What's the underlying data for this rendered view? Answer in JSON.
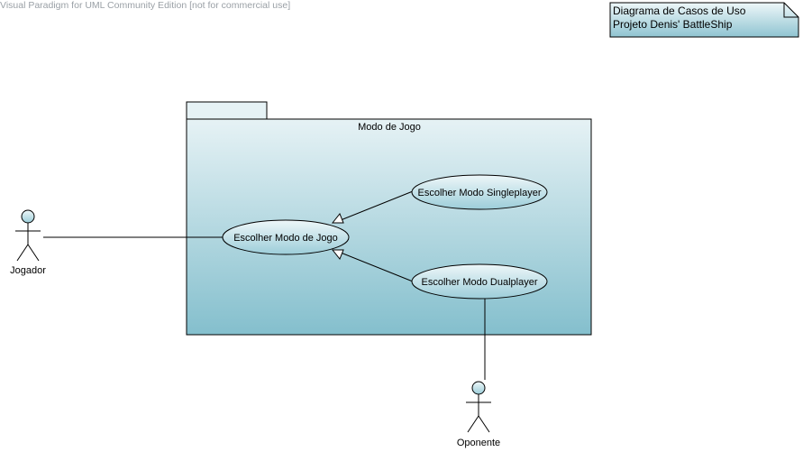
{
  "watermark": "Visual Paradigm for UML Community Edition [not for commercial use]",
  "note": {
    "line1": "Diagrama de Casos de Uso",
    "line2": "Projeto Denis' BattleShip"
  },
  "package": {
    "name": "Modo de Jogo"
  },
  "use_cases": {
    "main": "Escolher Modo de Jogo",
    "singleplayer": "Escolher Modo Singleplayer",
    "dualplayer": "Escolher Modo Dualplayer"
  },
  "actors": {
    "player": "Jogador",
    "opponent": "Oponente"
  },
  "colors": {
    "package_top": "#e6f2f5",
    "package_bottom": "#84bfcd",
    "usecase_top": "#eef7f9",
    "usecase_bottom": "#9ccdd9",
    "note_top": "#eef7f9",
    "note_bottom": "#8fc4d1",
    "line": "#000000"
  }
}
